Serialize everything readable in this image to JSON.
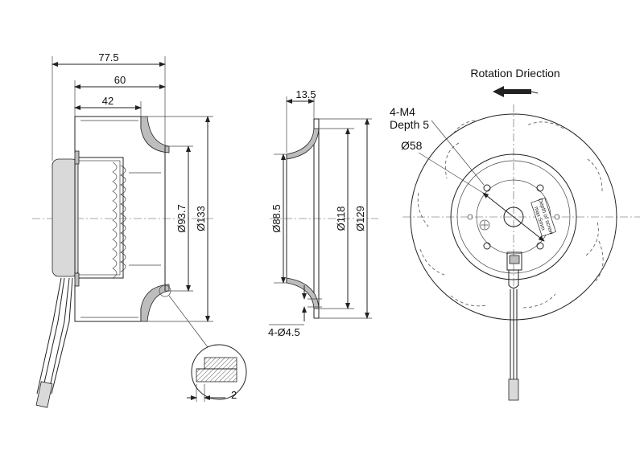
{
  "side_view": {
    "dim_overall_depth": "77.5",
    "dim_depth_60": "60",
    "dim_depth_42": "42",
    "dim_inlet_dia": "Ø93.7",
    "dim_outer_dia": "Ø133",
    "dim_wall": "2"
  },
  "ring_view": {
    "dim_thickness": "13.5",
    "dim_inner_dia": "Ø88.5",
    "dim_mid_dia": "Ø118",
    "dim_outer_dia": "Ø129",
    "dim_holes": "4-Ø4.5"
  },
  "front_view": {
    "rotation_label": "Rotation Driection",
    "screw_label_line1": "4-M4",
    "screw_label_line2": "Depth 5",
    "bolt_circle_dia": "Ø58",
    "hub_note_line1": "Depth of screw",
    "hub_note_line2": "max:5mm"
  },
  "colors": {
    "line": "#222222",
    "shade": "#bdbdbd"
  }
}
